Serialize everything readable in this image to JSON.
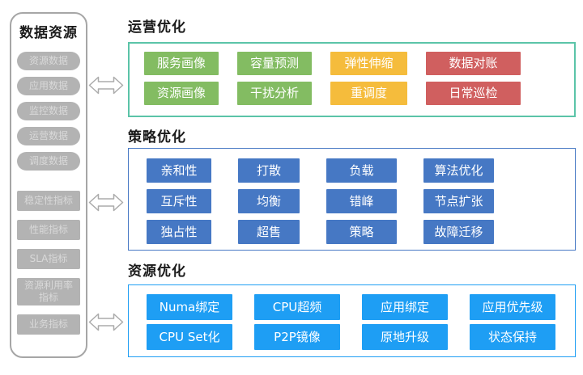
{
  "sidebar": {
    "title": "数据资源",
    "data_items": [
      "资源数据",
      "应用数据",
      "监控数据",
      "运营数据",
      "调度数据"
    ],
    "metric_items": [
      "稳定性指标",
      "性能指标",
      "SLA指标",
      "资源利用率指标",
      "业务指标"
    ]
  },
  "sections": [
    {
      "title": "运营优化",
      "border_color": "#5BC4A8",
      "items": [
        {
          "label": "服务画像",
          "color": "#83BC62"
        },
        {
          "label": "容量预测",
          "color": "#83BC62"
        },
        {
          "label": "弹性伸缩",
          "color": "#F5BC3C"
        },
        {
          "label": "数据对账",
          "color": "#D05F5F"
        },
        {
          "label": "资源画像",
          "color": "#83BC62"
        },
        {
          "label": "干扰分析",
          "color": "#83BC62"
        },
        {
          "label": "重调度",
          "color": "#F5BC3C"
        },
        {
          "label": "日常巡检",
          "color": "#D05F5F"
        }
      ]
    },
    {
      "title": "策略优化",
      "border_color": "#4678C4",
      "items": [
        {
          "label": "亲和性",
          "color": "#4678C4"
        },
        {
          "label": "打散",
          "color": "#4678C4"
        },
        {
          "label": "负载",
          "color": "#4678C4"
        },
        {
          "label": "算法优化",
          "color": "#4678C4"
        },
        {
          "label": "互斥性",
          "color": "#4678C4"
        },
        {
          "label": "均衡",
          "color": "#4678C4"
        },
        {
          "label": "错峰",
          "color": "#4678C4"
        },
        {
          "label": "节点扩张",
          "color": "#4678C4"
        },
        {
          "label": "独占性",
          "color": "#4678C4"
        },
        {
          "label": "超售",
          "color": "#4678C4"
        },
        {
          "label": "策略",
          "color": "#4678C4"
        },
        {
          "label": "故障迁移",
          "color": "#4678C4"
        }
      ]
    },
    {
      "title": "资源优化",
      "border_color": "#1E9EF4",
      "items": [
        {
          "label": "Numa绑定",
          "color": "#1E9EF4"
        },
        {
          "label": "CPU超频",
          "color": "#1E9EF4"
        },
        {
          "label": "应用绑定",
          "color": "#1E9EF4"
        },
        {
          "label": "应用优先级",
          "color": "#1E9EF4"
        },
        {
          "label": "CPU Set化",
          "color": "#1E9EF4"
        },
        {
          "label": "P2P镜像",
          "color": "#1E9EF4"
        },
        {
          "label": "原地升级",
          "color": "#1E9EF4"
        },
        {
          "label": "状态保持",
          "color": "#1E9EF4"
        }
      ]
    }
  ],
  "colors": {
    "sidebar_border": "#A6A6A6",
    "sidebar_pill_bg": "#B3B3B3",
    "sidebar_pill_text": "#D9D9D9",
    "arrow_stroke": "#ABABAB",
    "item_text": "#FFFFFF",
    "title_text": "#1A1A1A"
  }
}
